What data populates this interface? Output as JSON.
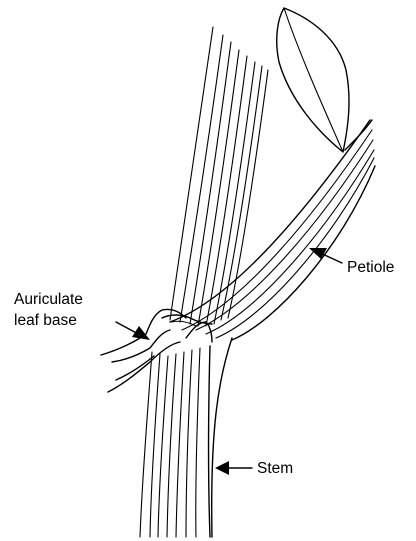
{
  "labels": {
    "auriculate_line1": "Auriculate",
    "auriculate_line2": "leaf base",
    "petiole": "Petiole",
    "stem": "Stem"
  },
  "colors": {
    "ink": "#000000",
    "background": "#ffffff"
  }
}
